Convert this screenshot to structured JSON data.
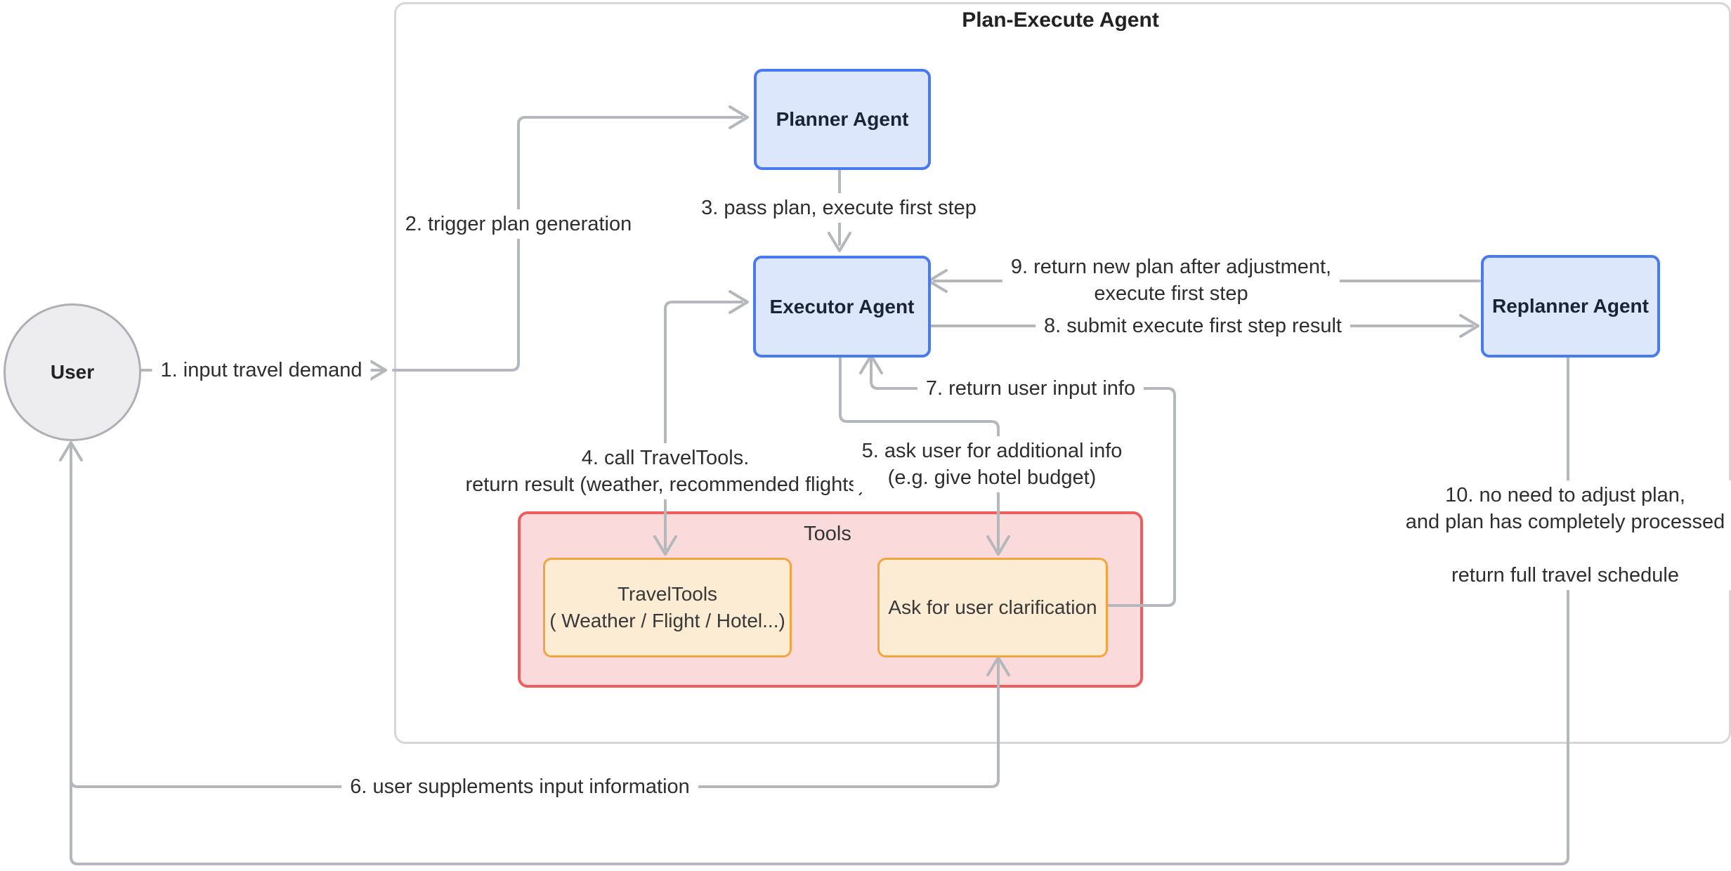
{
  "diagram": {
    "title": "Plan-Execute Agent",
    "type": "flow-diagram"
  },
  "nodes": {
    "user": {
      "label": "User"
    },
    "planner": {
      "label": "Planner Agent"
    },
    "executor": {
      "label": "Executor Agent"
    },
    "replanner": {
      "label": "Replanner Agent"
    },
    "tools_group": {
      "label": "Tools"
    },
    "travel_tools": {
      "line1": "TravelTools",
      "line2": "( Weather / Flight / Hotel...)"
    },
    "ask_clarification": {
      "label": "Ask for user clarification"
    }
  },
  "edges": {
    "e1": {
      "label": "1. input travel demand",
      "from": "user",
      "to": "plan-execute-agent"
    },
    "e2": {
      "label": "2. trigger plan generation",
      "from": "plan-execute-agent",
      "to": "planner"
    },
    "e3": {
      "label": "3. pass plan, execute first step",
      "from": "planner",
      "to": "executor"
    },
    "e4": {
      "line1": "4. call TravelTools.",
      "line2": "return result (weather, recommended flights)",
      "from": "executor",
      "to": "travel_tools"
    },
    "e5": {
      "line1": "5. ask user for additional info",
      "line2": "(e.g. give hotel budget)",
      "from": "executor",
      "to": "ask_clarification"
    },
    "e6": {
      "label": "6. user supplements input information",
      "from": "user",
      "to": "ask_clarification"
    },
    "e7": {
      "label": "7. return user input info",
      "from": "ask_clarification",
      "to": "executor"
    },
    "e8": {
      "label": "8. submit execute first step result",
      "from": "executor",
      "to": "replanner"
    },
    "e9": {
      "line1": "9. return new plan after adjustment,",
      "line2": "execute first step",
      "from": "replanner",
      "to": "executor"
    },
    "e10": {
      "line1": "10. no need to adjust plan,",
      "line2": "and plan has completely processed",
      "line3": "",
      "line4": "return full travel schedule",
      "from": "replanner",
      "to": "user"
    }
  },
  "colors": {
    "agent_fill": "#dde7fb",
    "agent_border": "#4a7af0",
    "agent_text": "#1b2437",
    "user_fill": "#ededef",
    "user_border": "#aeaeb4",
    "tools_fill": "#fbdadc",
    "tools_border": "#ee5e5e",
    "tool_node_fill": "#fcecd4",
    "tool_node_border": "#f3a43f",
    "edge_stroke": "#b4b7bb",
    "label_text": "#2e2e2e",
    "outer_border": "#d6d6d9",
    "background": "#ffffff"
  }
}
